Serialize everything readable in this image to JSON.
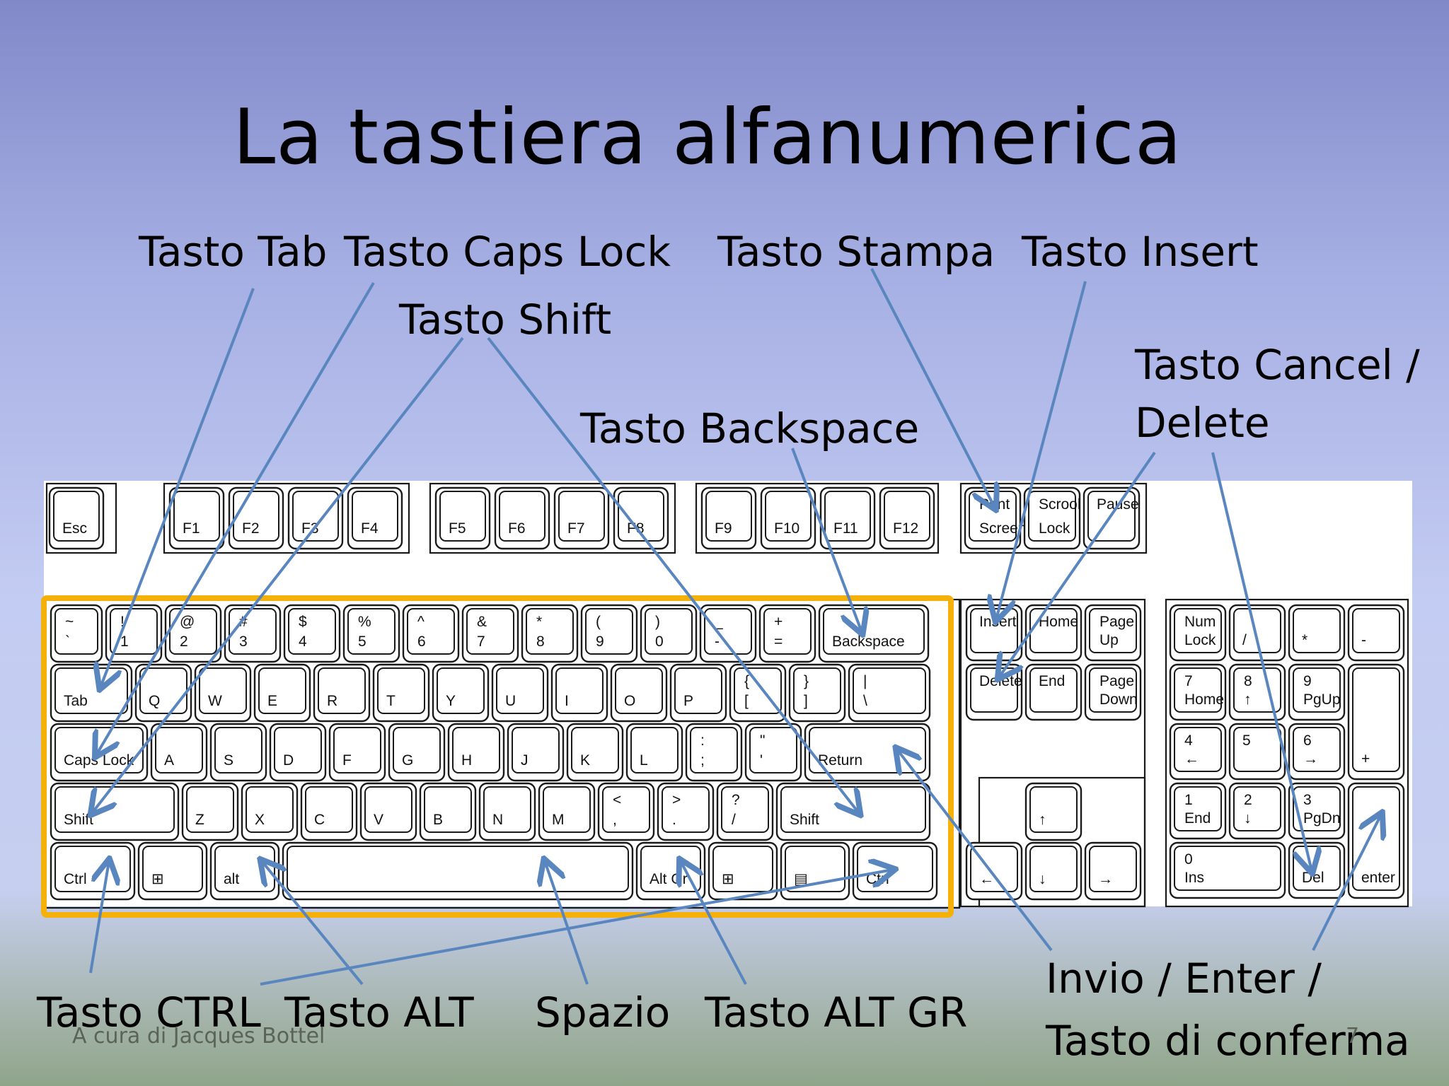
{
  "slide": {
    "title": "La tastiera alfanumerica",
    "footer_author": "A cura di Jacques Bottel",
    "page_number": "7"
  },
  "labels": {
    "tab": "Tasto Tab",
    "caps": "Tasto Caps Lock",
    "stampa": "Tasto Stampa",
    "insert": "Tasto Insert",
    "shift": "Tasto Shift",
    "cancel_1": "Tasto Cancel /",
    "cancel_2": "Delete",
    "backspace": "Tasto Backspace",
    "ctrl": "Tasto CTRL",
    "alt": "Tasto ALT",
    "spazio": "Spazio",
    "altgr": "Tasto ALT GR",
    "enter_1": "Invio / Enter /",
    "enter_2": "Tasto di conferma"
  },
  "keyboard": {
    "function_row": [
      "Esc",
      "F1",
      "F2",
      "F3",
      "F4",
      "F5",
      "F6",
      "F7",
      "F8",
      "F9",
      "F10",
      "F11",
      "F12"
    ],
    "system_keys": [
      [
        "Print",
        "Screen"
      ],
      [
        "Scrool",
        "Lock"
      ],
      [
        "Pause",
        ""
      ]
    ],
    "row1": [
      [
        "~",
        "`"
      ],
      [
        "!",
        "1"
      ],
      [
        "@",
        "2"
      ],
      [
        "#",
        "3"
      ],
      [
        "$",
        "4"
      ],
      [
        "%",
        "5"
      ],
      [
        "^",
        "6"
      ],
      [
        "&",
        "7"
      ],
      [
        "*",
        "8"
      ],
      [
        "(",
        "9"
      ],
      [
        ")",
        "0"
      ],
      [
        "_",
        "-"
      ],
      [
        "+",
        "="
      ],
      [
        "",
        "Backspace"
      ]
    ],
    "row2": [
      [
        "",
        "Tab"
      ],
      [
        "",
        "Q"
      ],
      [
        "",
        "W"
      ],
      [
        "",
        "E"
      ],
      [
        "",
        "R"
      ],
      [
        "",
        "T"
      ],
      [
        "",
        "Y"
      ],
      [
        "",
        "U"
      ],
      [
        "",
        "I"
      ],
      [
        "",
        "O"
      ],
      [
        "",
        "P"
      ],
      [
        "{",
        "["
      ],
      [
        "}",
        "]"
      ],
      [
        "|",
        "\\"
      ]
    ],
    "row3": [
      [
        "",
        "Caps Lock"
      ],
      [
        "",
        "A"
      ],
      [
        "",
        "S"
      ],
      [
        "",
        "D"
      ],
      [
        "",
        "F"
      ],
      [
        "",
        "G"
      ],
      [
        "",
        "H"
      ],
      [
        "",
        "J"
      ],
      [
        "",
        "K"
      ],
      [
        "",
        "L"
      ],
      [
        ":",
        ";"
      ],
      [
        "\"",
        "'"
      ],
      [
        "",
        "Return"
      ]
    ],
    "row4": [
      [
        "",
        "Shift"
      ],
      [
        "",
        "Z"
      ],
      [
        "",
        "X"
      ],
      [
        "",
        "C"
      ],
      [
        "",
        "V"
      ],
      [
        "",
        "B"
      ],
      [
        "",
        "N"
      ],
      [
        "",
        "M"
      ],
      [
        "<",
        ","
      ],
      [
        ">",
        "."
      ],
      [
        "?",
        "/"
      ],
      [
        "",
        "Shift"
      ]
    ],
    "row5": [
      "Ctrl",
      "⊞",
      "alt",
      "",
      "Alt Gr",
      "⊞",
      "▤",
      "Ctrl"
    ],
    "nav_cluster": [
      [
        "Insert",
        ""
      ],
      [
        "Home",
        ""
      ],
      [
        "Page",
        "Up"
      ],
      [
        "Delete",
        ""
      ],
      [
        "End",
        ""
      ],
      [
        "Page",
        "Down"
      ]
    ],
    "arrow_keys": [
      "↑",
      "←",
      "↓",
      "→"
    ],
    "numpad": [
      [
        "Num",
        "Lock"
      ],
      [
        "",
        "/"
      ],
      [
        "",
        "*"
      ],
      [
        "",
        "-"
      ],
      [
        "7",
        "Home"
      ],
      [
        "8",
        "↑"
      ],
      [
        "9",
        "PgUp"
      ],
      [
        "",
        "+"
      ],
      [
        "4",
        "←"
      ],
      [
        "5",
        ""
      ],
      [
        "6",
        "→"
      ],
      [
        "1",
        "End"
      ],
      [
        "2",
        "↓"
      ],
      [
        "3",
        "PgDn"
      ],
      [
        "",
        "enter"
      ],
      [
        "0",
        "Ins"
      ],
      [
        "",
        "Del"
      ]
    ]
  },
  "colors": {
    "highlight_box": "#f5b10a",
    "arrow": "#5a86bf",
    "key_outline": "#1a1a1a"
  }
}
